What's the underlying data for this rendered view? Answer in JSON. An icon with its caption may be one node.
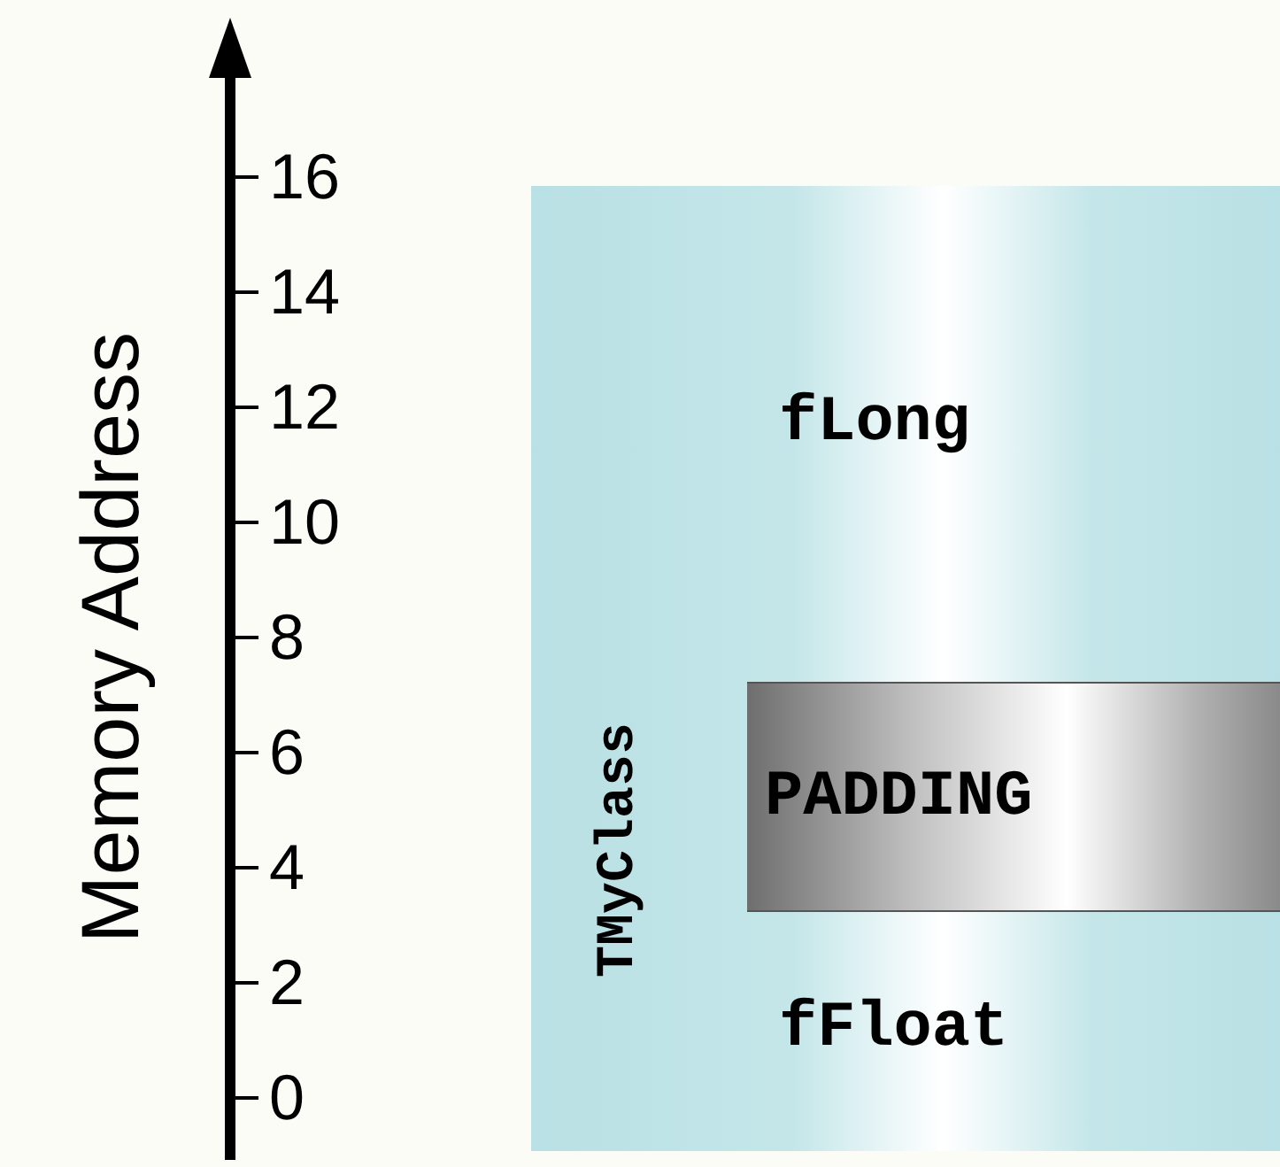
{
  "diagram": {
    "nodes": [
      {
        "text": [
          "TMyClass"
        ]
      },
      {
        "text": [
          "PADDING"
        ],
        "in": 0
      }
    ],
    "labels": [
      "Memory Address",
      "16",
      "14",
      "12",
      "10",
      "8",
      "6",
      "4",
      "2",
      "0",
      "fLong",
      "fFloat"
    ]
  }
}
